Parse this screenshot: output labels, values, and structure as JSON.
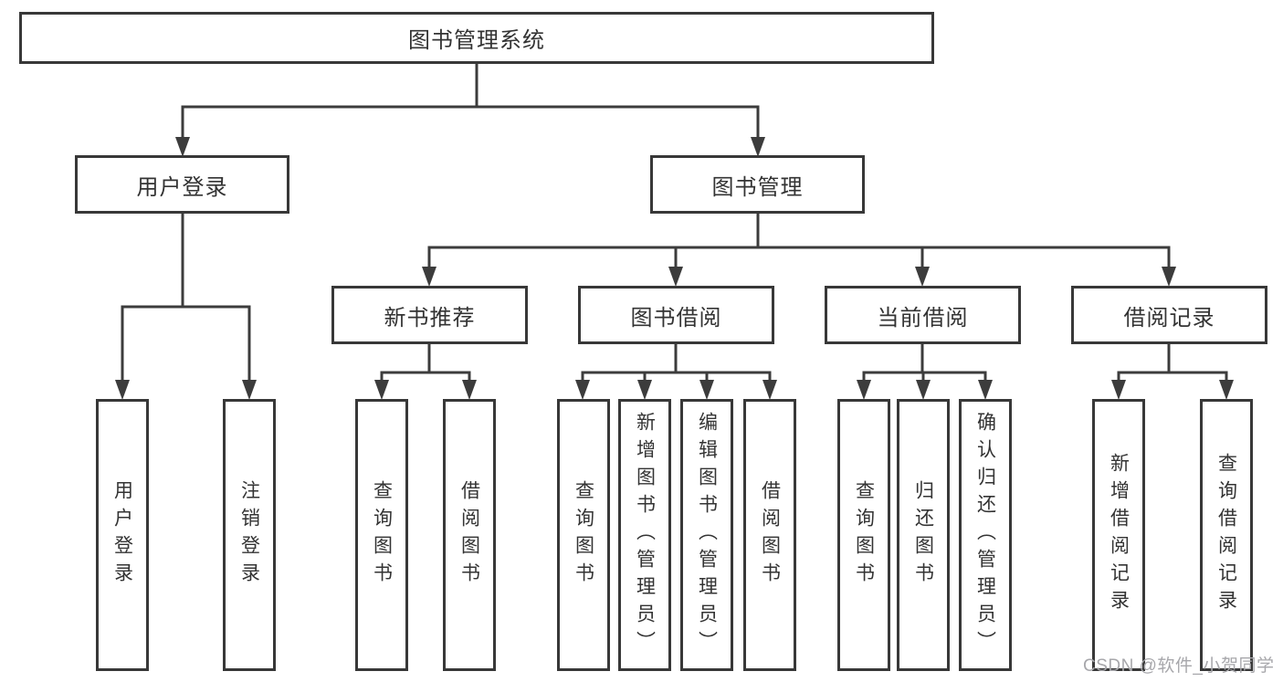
{
  "diagram": {
    "root": {
      "label": "图书管理系统"
    },
    "branches": [
      {
        "label": "用户登录",
        "children": [
          {
            "label": "用户登录"
          },
          {
            "label": "注销登录"
          }
        ]
      },
      {
        "label": "图书管理",
        "children": [
          {
            "label": "新书推荐",
            "children": [
              {
                "label": "查询图书"
              },
              {
                "label": "借阅图书"
              }
            ]
          },
          {
            "label": "图书借阅",
            "children": [
              {
                "label": "查询图书"
              },
              {
                "label": "新增图书（管理员）"
              },
              {
                "label": "编辑图书（管理员）"
              },
              {
                "label": "借阅图书"
              }
            ]
          },
          {
            "label": "当前借阅",
            "children": [
              {
                "label": "查询图书"
              },
              {
                "label": "归还图书"
              },
              {
                "label": "确认归还（管理员）"
              }
            ]
          },
          {
            "label": "借阅记录",
            "children": [
              {
                "label": "新增借阅记录"
              },
              {
                "label": "查询借阅记录"
              }
            ]
          }
        ]
      }
    ]
  },
  "watermark": {
    "text": "CSDN @软件_小贺同学",
    "color": "#a7a7ab"
  },
  "colors": {
    "line": "#3c3c3c",
    "box_border": "#383838",
    "text": "#333333",
    "background": "#ffffff"
  }
}
